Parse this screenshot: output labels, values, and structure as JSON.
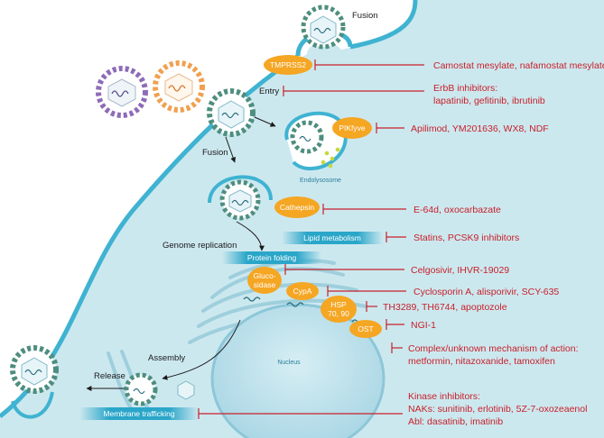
{
  "labels": {
    "fusion_top": "Fusion",
    "entry": "Entry",
    "fusion_mid": "Fusion",
    "endolysosome": "Endolysosome",
    "genome_replication": "Genome replication",
    "nucleus": "Nucleus",
    "assembly": "Assembly",
    "release": "Release"
  },
  "targets": {
    "tmprss2": "TMPRSS2",
    "pikfyve": "PIKfyve",
    "cathepsin": "Cathepsin",
    "gluco_1": "Gluco-",
    "gluco_2": "sidase",
    "cypa": "CypA",
    "hsp_1": "HSP",
    "hsp_2": "70, 90",
    "ost": "OST"
  },
  "bars": {
    "lipid": "Lipid metabolism",
    "protein": "Protein folding",
    "membrane": "Membrane trafficking"
  },
  "drugs": {
    "tmprss2": [
      "Camostat mesylate, nafamostat mesylate"
    ],
    "erbb": [
      "ErbB inhibitors:",
      "lapatinib, gefitinib, ibrutinib"
    ],
    "pikfyve": [
      "Apilimod, YM201636, WX8, NDF"
    ],
    "cathepsin": [
      "E-64d, oxocarbazate"
    ],
    "lipid": [
      "Statins, PCSK9 inhibitors"
    ],
    "glucosidase": [
      "Celgosivir, IHVR-19029"
    ],
    "cypa": [
      "Cyclosporin A, alisporivir, SCY-635"
    ],
    "hsp": [
      "TH3289, TH6744, apoptozole"
    ],
    "ost": [
      "NGI-1"
    ],
    "complex": [
      "Complex/unknown mechanism of action:",
      "metformin, nitazoxanide, tamoxifen"
    ],
    "kinase": [
      "Kinase inhibitors:",
      "NAKs: sunitinib, erlotinib, 5Z-7-oxozeaenol",
      "Abl: dasatinib, imatinib"
    ]
  },
  "colors": {
    "cell_fill": "#cce8ef",
    "membrane": "#3fb3d1",
    "target_orange": "#f5a623",
    "inhibitor_red": "#c8202a",
    "virion_spike": "#4e8e7e",
    "virion_purple": "#8e6bb8",
    "virion_orange": "#f0a050"
  }
}
